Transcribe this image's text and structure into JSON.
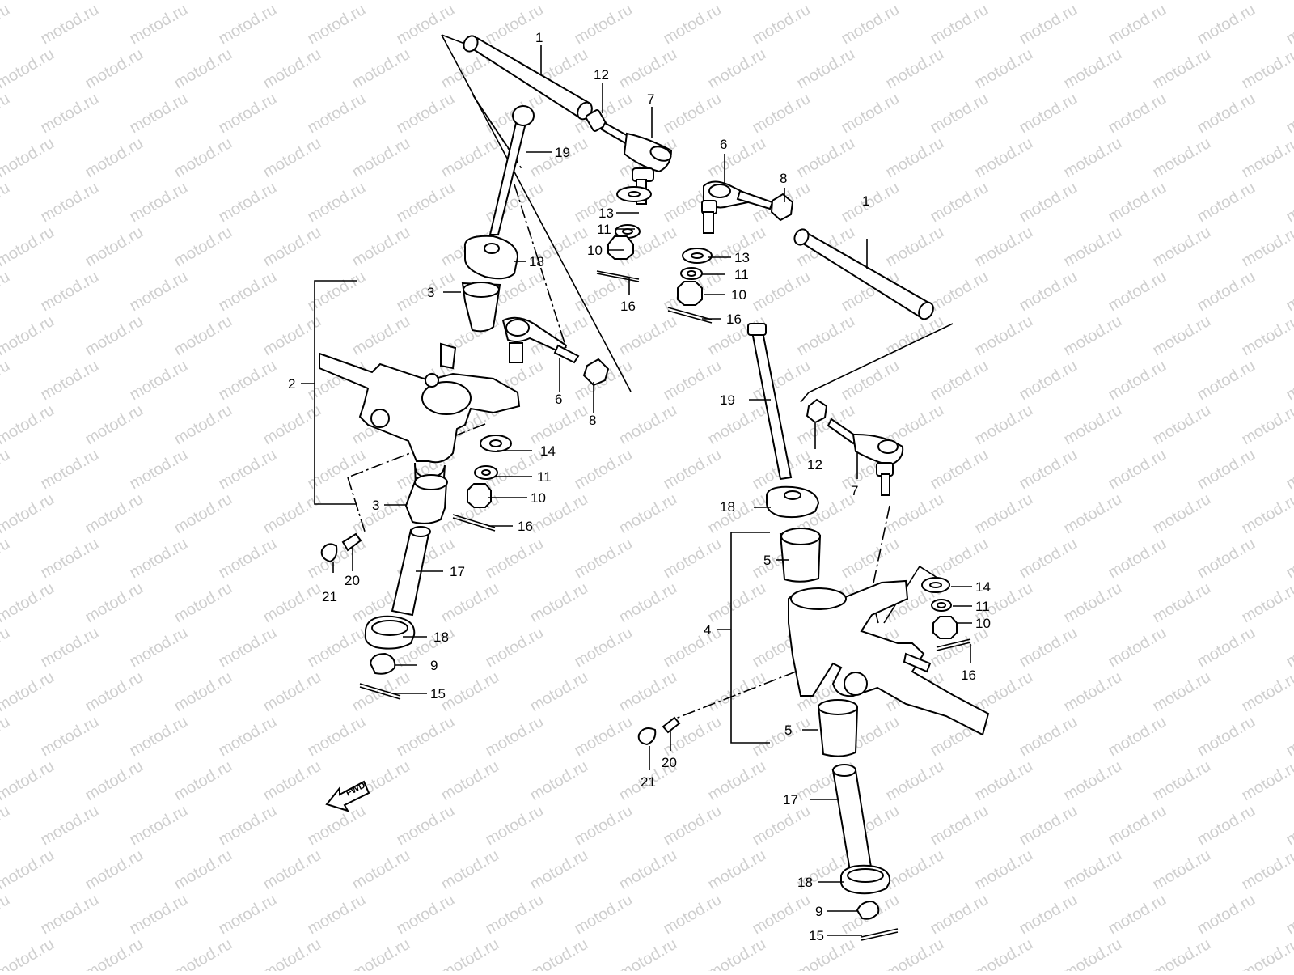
{
  "watermark": "motod.ru",
  "fwd_label": "FWD",
  "callouts": [
    {
      "id": "l-1a",
      "text": "1"
    },
    {
      "id": "l-12a",
      "text": "12"
    },
    {
      "id": "l-7a",
      "text": "7"
    },
    {
      "id": "l-19a",
      "text": "19"
    },
    {
      "id": "l-13a",
      "text": "13"
    },
    {
      "id": "l-11a",
      "text": "11"
    },
    {
      "id": "l-10a",
      "text": "10"
    },
    {
      "id": "l-18a",
      "text": "18"
    },
    {
      "id": "l-16a",
      "text": "16"
    },
    {
      "id": "l-3a",
      "text": "3"
    },
    {
      "id": "l-2",
      "text": "2"
    },
    {
      "id": "l-6a",
      "text": "6"
    },
    {
      "id": "l-8a",
      "text": "8"
    },
    {
      "id": "l-14a",
      "text": "14"
    },
    {
      "id": "l-11b",
      "text": "11"
    },
    {
      "id": "l-10b",
      "text": "10"
    },
    {
      "id": "l-3b",
      "text": "3"
    },
    {
      "id": "l-16b",
      "text": "16"
    },
    {
      "id": "l-21a",
      "text": "21"
    },
    {
      "id": "l-20a",
      "text": "20"
    },
    {
      "id": "l-17a",
      "text": "17"
    },
    {
      "id": "l-18b",
      "text": "18"
    },
    {
      "id": "l-9a",
      "text": "9"
    },
    {
      "id": "l-15a",
      "text": "15"
    },
    {
      "id": "l-6b",
      "text": "6"
    },
    {
      "id": "l-8b",
      "text": "8"
    },
    {
      "id": "l-1b",
      "text": "1"
    },
    {
      "id": "l-13b",
      "text": "13"
    },
    {
      "id": "l-11c",
      "text": "11"
    },
    {
      "id": "l-10c",
      "text": "10"
    },
    {
      "id": "l-16c",
      "text": "16"
    },
    {
      "id": "l-19b",
      "text": "19"
    },
    {
      "id": "l-12b",
      "text": "12"
    },
    {
      "id": "l-7b",
      "text": "7"
    },
    {
      "id": "l-18c",
      "text": "18"
    },
    {
      "id": "l-5a",
      "text": "5"
    },
    {
      "id": "l-4",
      "text": "4"
    },
    {
      "id": "l-14b",
      "text": "14"
    },
    {
      "id": "l-11d",
      "text": "11"
    },
    {
      "id": "l-10d",
      "text": "10"
    },
    {
      "id": "l-16d",
      "text": "16"
    },
    {
      "id": "l-5b",
      "text": "5"
    },
    {
      "id": "l-21b",
      "text": "21"
    },
    {
      "id": "l-20b",
      "text": "20"
    },
    {
      "id": "l-17b",
      "text": "17"
    },
    {
      "id": "l-18d",
      "text": "18"
    },
    {
      "id": "l-9b",
      "text": "9"
    },
    {
      "id": "l-15b",
      "text": "15"
    }
  ]
}
